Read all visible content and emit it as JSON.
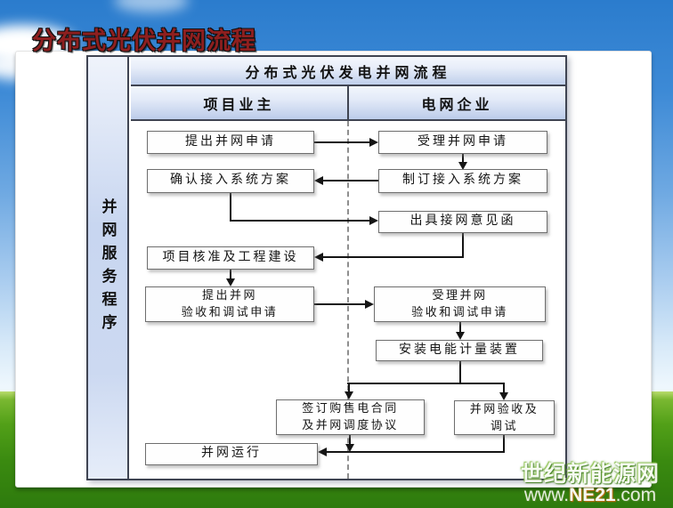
{
  "slide_title": "分布式光伏并网流程",
  "flowchart": {
    "title": "分布式光伏发电并网流程",
    "side_label": "并网服务程序",
    "col_owner": "项目业主",
    "col_grid": "电网企业",
    "steps": {
      "owner_apply": "提出并网申请",
      "grid_accept_apply": "受理并网申请",
      "grid_make_plan": "制订接入系统方案",
      "owner_confirm_plan": "确认接入系统方案",
      "grid_issue_letter": "出具接网意见函",
      "owner_approval": "项目核准及工程建设",
      "owner_request_l1": "提出并网",
      "owner_request_l2": "验收和调试申请",
      "grid_accept_request_l1": "受理并网",
      "grid_accept_request_l2": "验收和调试申请",
      "grid_install_meter": "安装电能计量装置",
      "owner_contract_l1": "签订购售电合同",
      "owner_contract_l2": "及并网调度协议",
      "grid_acceptance_l1": "并网验收及",
      "grid_acceptance_l2": "调试",
      "owner_operation": "并网运行"
    }
  },
  "watermark": {
    "line1": "世纪新能源网",
    "www": "www.",
    "ne21": "NE21",
    "com": ".com"
  },
  "colors": {
    "sky_top": "#2b7ccd",
    "grass_green": "#3f9012",
    "header_fill": "#c6d4ee",
    "title_text": "#8e1f1f",
    "border_dark": "#3f4452",
    "connector": "#151515"
  }
}
